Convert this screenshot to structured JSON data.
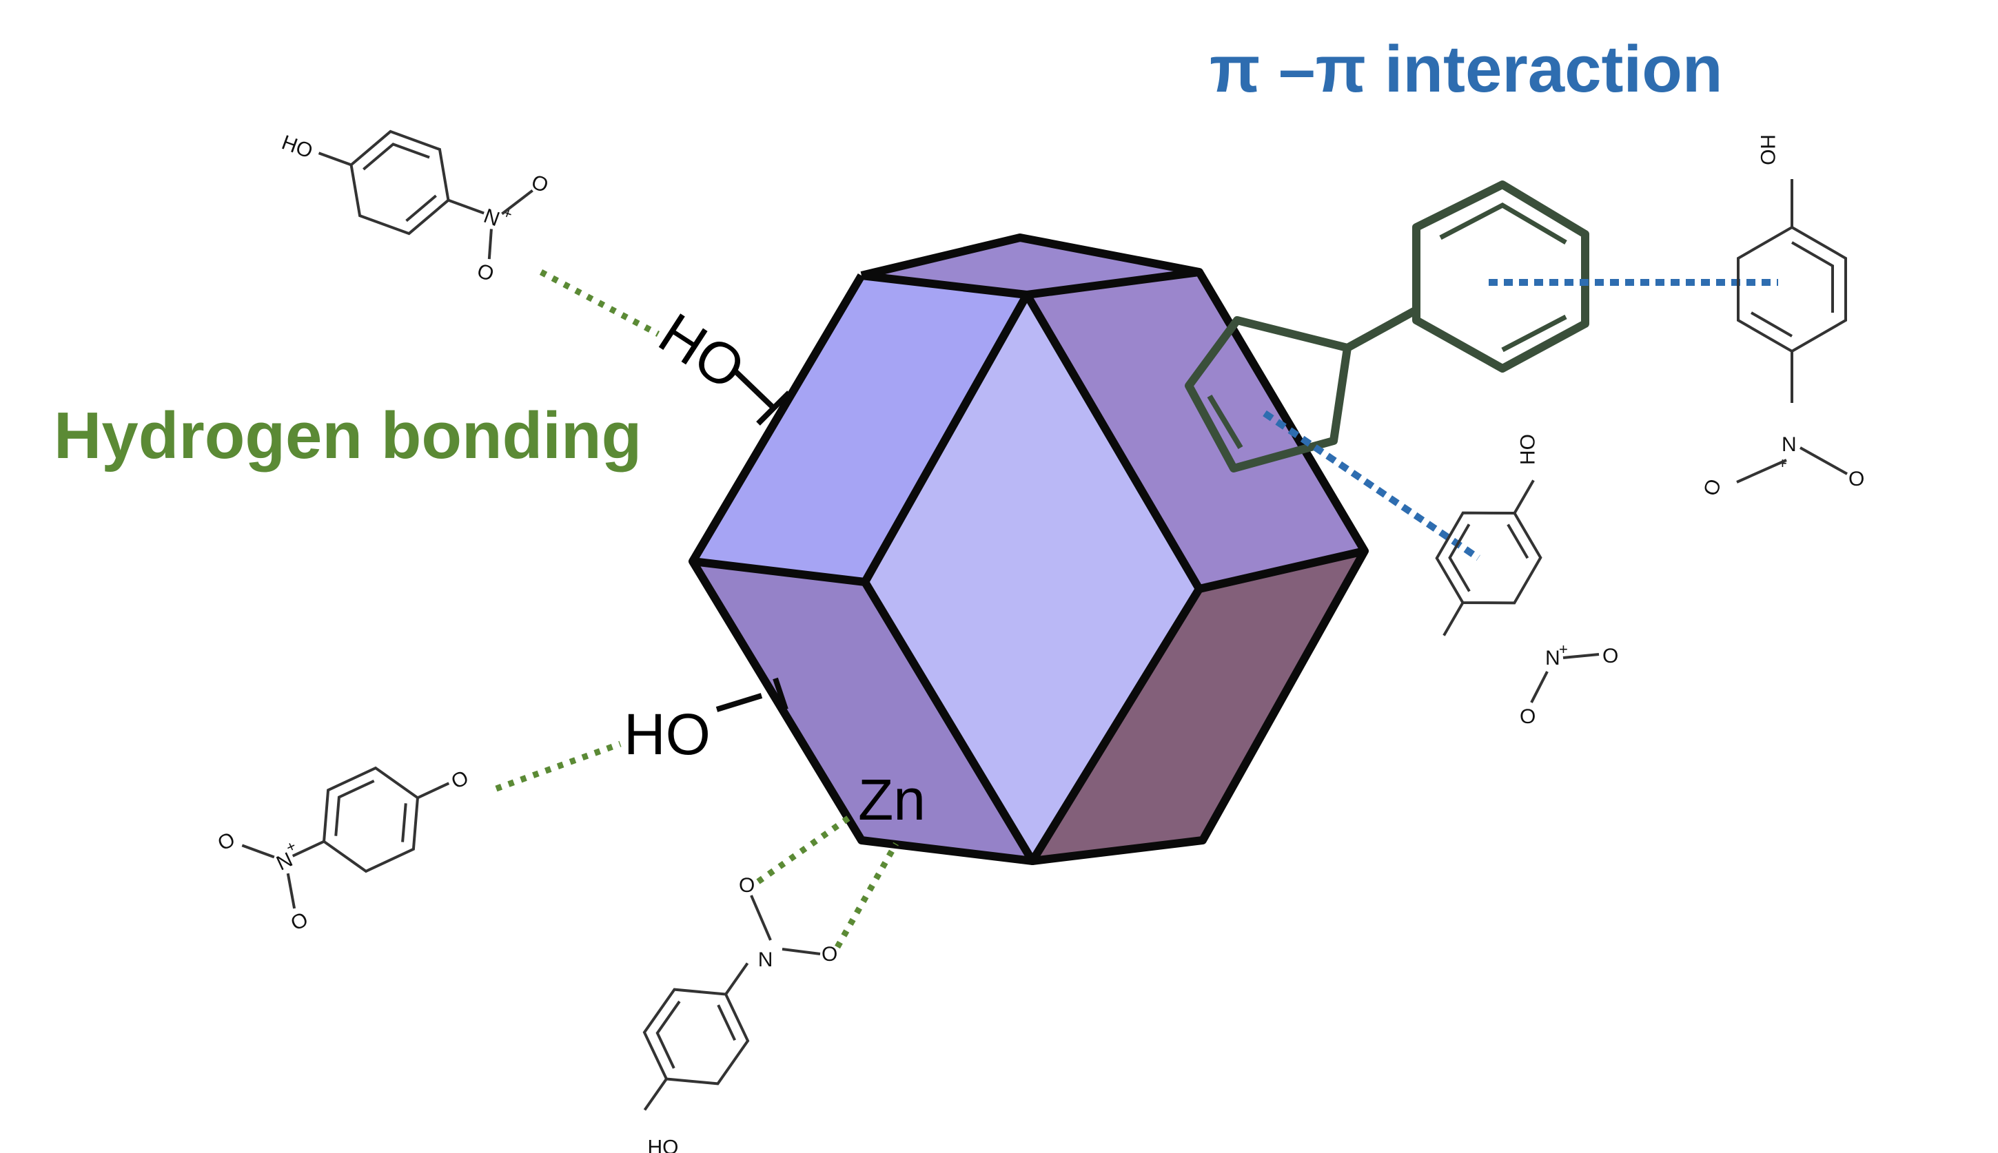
{
  "labels": {
    "hydrogen_bonding": "Hydrogen bonding",
    "pi_pi_interaction": "π –π interaction",
    "ho_upper": "HO",
    "ho_lower": "HO",
    "zn": "Zn"
  },
  "atoms": {
    "ho": "HO",
    "o": "O",
    "n": "N",
    "plus": "+",
    "minus": "-"
  },
  "colors": {
    "hydrogen_bond": "#5b8a35",
    "pi_pi": "#2e6db0",
    "imidazole": "#3a4f3a",
    "face_top": "#9a88cf",
    "face_upper_left": "#a6a4f4",
    "face_front": "#bab8f6",
    "face_upper_right": "#9b86cc",
    "face_lower_left": "#9582c8",
    "face_lower_right": "#83607a",
    "face_bottom": "#8a76c2"
  }
}
